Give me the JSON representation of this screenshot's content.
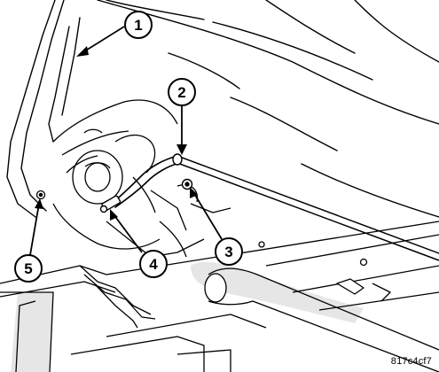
{
  "callouts": [
    {
      "id": 1,
      "label": "1"
    },
    {
      "id": 2,
      "label": "2"
    },
    {
      "id": 3,
      "label": "3"
    },
    {
      "id": 4,
      "label": "4"
    },
    {
      "id": 5,
      "label": "5"
    }
  ],
  "figure_id": "817c4cf7",
  "colors": {
    "line": "#000000",
    "shade": "#d9d9d9",
    "background": "#ffffff"
  }
}
